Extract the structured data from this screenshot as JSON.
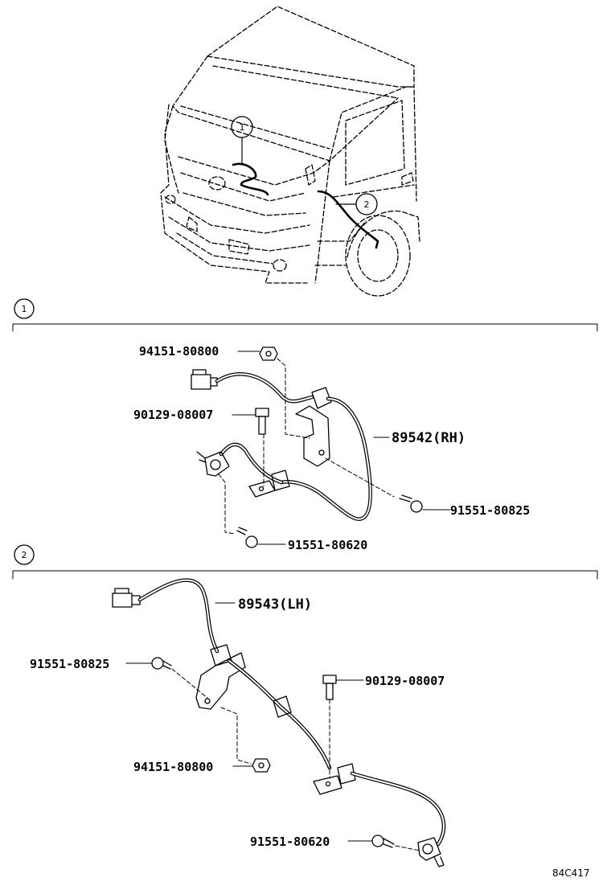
{
  "callouts": {
    "one": "1",
    "two": "2"
  },
  "section1": {
    "marker": "1",
    "labels": {
      "nut_top": "94151-80800",
      "bolt_mid": "90129-08007",
      "sensor": "89542(RH)",
      "bolt_right": "91551-80825",
      "bolt_bottom": "91551-80620"
    }
  },
  "section2": {
    "marker": "2",
    "labels": {
      "sensor": "89543(LH)",
      "bolt_left": "91551-80825",
      "bolt_right": "90129-08007",
      "nut": "94151-80800",
      "bolt_bottom": "91551-80620"
    }
  },
  "figure_code": "84C417",
  "colors": {
    "ink": "#000000",
    "paper": "#ffffff"
  }
}
